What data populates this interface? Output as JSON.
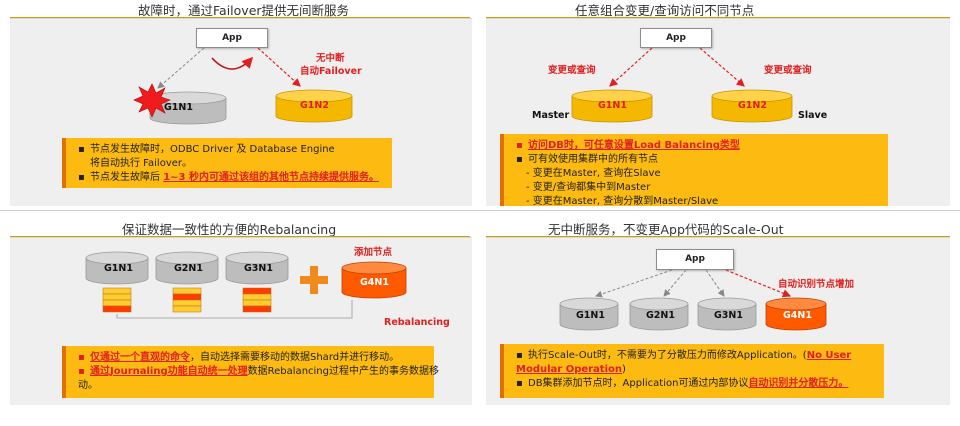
{
  "failover": {
    "title": "故障时，通过Failover提供无间断服务",
    "app": "App",
    "red_label_1": "无中断",
    "red_label_2": "自动Failover",
    "node_failed": "G1N1",
    "node_standby": "G1N2",
    "bullet_1_text": "节点发生故障时，ODBC Driver 及 Database Engine",
    "bullet_1_text_2": "将自动执行 Failover。",
    "bullet_2_prefix": "节点发生故障后 ",
    "bullet_2_highlight": "1~3 秒内可通过该组的其他节点持续提供服务。"
  },
  "loadbalancing": {
    "title": "任意组合变更/查询访问不同节点",
    "app": "App",
    "left_label": "变更或查询",
    "right_label": "变更或查询",
    "master_label": "Master",
    "slave_label": "Slave",
    "node_master": "G1N1",
    "node_slave": "G1N2",
    "bullet_1": "访问DB时，可任意设置Load Balancing类型",
    "bullet_2": "可有效使用集群中的所有节点",
    "sub_1": "- 变更在Master, 查询在Slave",
    "sub_2": "- 变更/查询都集中到Master",
    "sub_3": "- 变更在Master, 查询分散到Master/Slave"
  },
  "rebalancing": {
    "title": "保证数据一致性的方便的Rebalancing",
    "nodes": [
      "G1N1",
      "G2N1",
      "G3N1"
    ],
    "plus": "+",
    "new_node": "G4N1",
    "add_label": "添加节点",
    "rebalancing_label": "Rebalancing",
    "bullet_1_highlight": "仅通过一个直观的命令",
    "bullet_1_rest": "，自动选择需要移动的数据Shard并进行移动。",
    "bullet_2_highlight": "通过Journaling功能自动统一处理",
    "bullet_2_rest": "数据Rebalancing过程中产生的事务数据移",
    "bullet_2_rest_2": "动。"
  },
  "scaleout": {
    "title": "无中断服务，不变更App代码的Scale-Out",
    "app": "App",
    "auto_label": "自动识别节点增加",
    "nodes": [
      "G1N1",
      "G2N1",
      "G3N1"
    ],
    "new_node": "G4N1",
    "bullet_1_prefix": "执行Scale-Out时，不需要为了分散压力而修改Application。(",
    "bullet_1_highlight": "No User",
    "bullet_1_highlight_2": "Modular Operation",
    "bullet_1_suffix": ")",
    "bullet_2_prefix": "DB集群添加节点时，Application可通过内部协议",
    "bullet_2_highlight": "自动识别并分散压力。"
  },
  "colors": {
    "accent_red": "#e02020",
    "box_yellow": "#fdbb12",
    "cyl_yellow": "#f5b800",
    "cyl_gray": "#bdbdbd",
    "cyl_orange": "#ff5a00"
  }
}
